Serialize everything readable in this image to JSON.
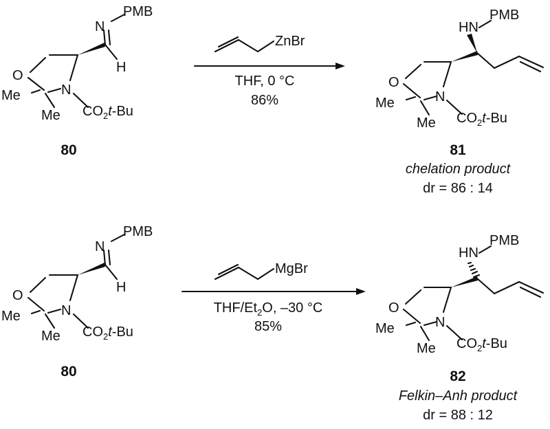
{
  "title": "",
  "reactions": [
    {
      "starting_material": {
        "number": "80",
        "labels": {
          "imine_n": "N",
          "pmb": "PMB",
          "h": "H",
          "ring_o": "O",
          "ring_n": "N",
          "me_1": "Me",
          "me_2": "Me",
          "boc_co": "CO",
          "boc_sub": "2",
          "boc_t": "t",
          "boc_bu": "-Bu"
        }
      },
      "reagent": {
        "name": "ZnBr",
        "conditions": "THF, 0 °C",
        "yield": "86%"
      },
      "product": {
        "number": "81",
        "labels": {
          "hn": "HN",
          "pmb": "PMB",
          "ring_o": "O",
          "ring_n": "N",
          "me_1": "Me",
          "me_2": "Me",
          "boc_co": "CO",
          "boc_sub": "2",
          "boc_t": "t",
          "boc_bu": "-Bu"
        },
        "descriptor": "chelation product",
        "dr": "dr = 86 : 14"
      }
    },
    {
      "starting_material": {
        "number": "80",
        "labels": {
          "imine_n": "N",
          "pmb": "PMB",
          "h": "H",
          "ring_o": "O",
          "ring_n": "N",
          "me_1": "Me",
          "me_2": "Me",
          "boc_co": "CO",
          "boc_sub": "2",
          "boc_t": "t",
          "boc_bu": "-Bu"
        }
      },
      "reagent": {
        "name": "MgBr",
        "conditions": {
          "part1": "THF/Et",
          "sub": "2",
          "part2": "O, –30 °C"
        },
        "yield": "85%"
      },
      "product": {
        "number": "82",
        "labels": {
          "hn": "HN",
          "pmb": "PMB",
          "ring_o": "O",
          "ring_n": "N",
          "me_1": "Me",
          "me_2": "Me",
          "boc_co": "CO",
          "boc_sub": "2",
          "boc_t": "t",
          "boc_bu": "-Bu"
        },
        "descriptor": "Felkin–Anh product",
        "dr": "dr = 88 : 12"
      }
    }
  ]
}
